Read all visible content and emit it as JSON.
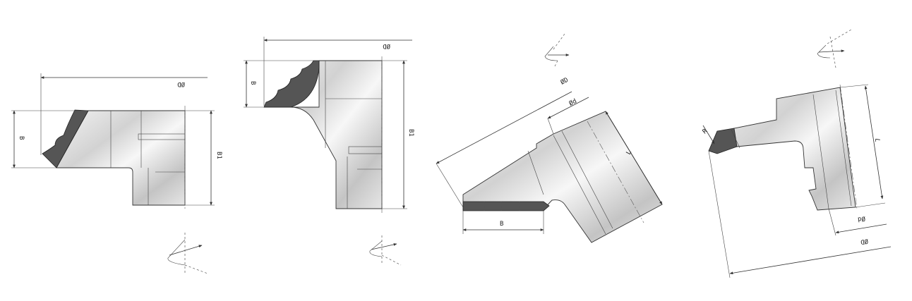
{
  "drawings": [
    {
      "labels": {
        "outer_diameter": "ØD",
        "width": "B",
        "height": "B1"
      }
    },
    {
      "labels": {
        "outer_diameter": "ØD",
        "width": "B",
        "height": "B1"
      }
    },
    {
      "labels": {
        "outer_diameter": "ØD",
        "bore": "Ød",
        "length": "L",
        "width": "B"
      }
    },
    {
      "labels": {
        "radius": "R",
        "length": "L",
        "bore": "Ød",
        "outer_diameter": "ØD"
      }
    }
  ]
}
